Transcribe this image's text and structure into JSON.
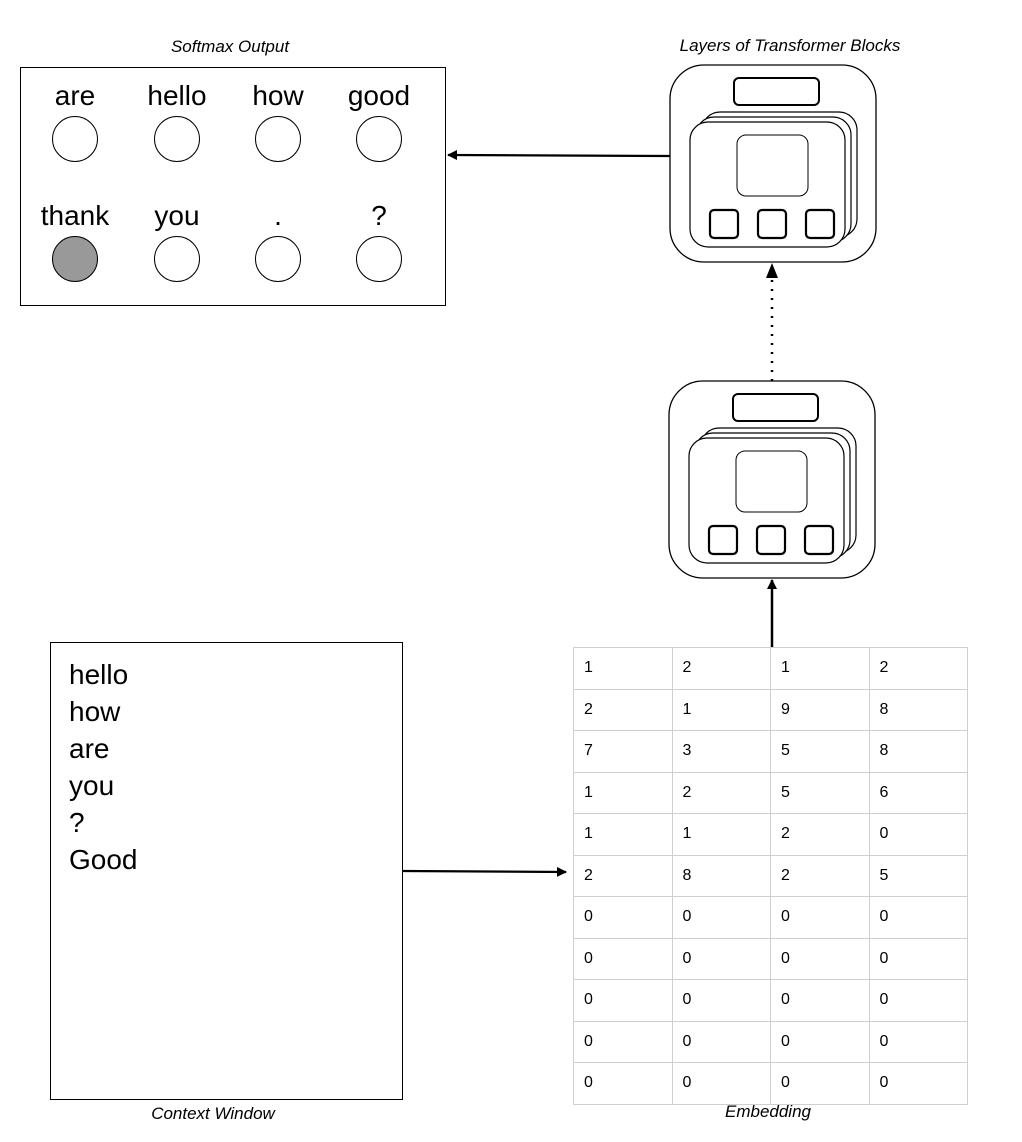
{
  "softmax": {
    "caption": "Softmax Output",
    "tokens": [
      {
        "label": "are",
        "selected": false
      },
      {
        "label": "hello",
        "selected": false
      },
      {
        "label": "how",
        "selected": false
      },
      {
        "label": "good",
        "selected": false
      },
      {
        "label": "thank",
        "selected": true
      },
      {
        "label": "you",
        "selected": false
      },
      {
        "label": ".",
        "selected": false
      },
      {
        "label": "?",
        "selected": false
      }
    ]
  },
  "transformer": {
    "caption": "Layers of Transformer Blocks"
  },
  "context": {
    "caption": "Context Window",
    "lines": [
      "hello",
      "how",
      "are",
      "you",
      "?",
      "Good"
    ]
  },
  "embedding": {
    "caption": "Embedding",
    "rows": [
      [
        "1",
        "2",
        "1",
        "2"
      ],
      [
        "2",
        "1",
        "9",
        "8"
      ],
      [
        "7",
        "3",
        "5",
        "8"
      ],
      [
        "1",
        "2",
        "5",
        "6"
      ],
      [
        "1",
        "1",
        "2",
        "0"
      ],
      [
        "2",
        "8",
        "2",
        "5"
      ],
      [
        "0",
        "0",
        "0",
        "0"
      ],
      [
        "0",
        "0",
        "0",
        "0"
      ],
      [
        "0",
        "0",
        "0",
        "0"
      ],
      [
        "0",
        "0",
        "0",
        "0"
      ],
      [
        "0",
        "0",
        "0",
        "0"
      ]
    ]
  },
  "colors": {
    "selected_token": "#999999",
    "table_border": "#cfcfcf"
  }
}
